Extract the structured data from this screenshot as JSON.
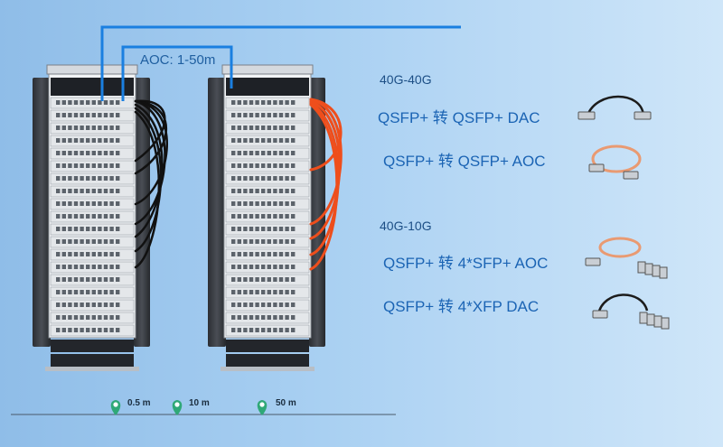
{
  "aoc_link_label": "AOC: 1-50m",
  "sections": [
    {
      "title": "40G-40G",
      "cables": [
        {
          "label": "QSFP+ 转 QSFP+ DAC",
          "cable_color": "#1c1c1c",
          "type": "straight"
        },
        {
          "label": "QSFP+ 转 QSFP+ AOC",
          "cable_color": "#e99a72",
          "type": "straight"
        }
      ]
    },
    {
      "title": "40G-10G",
      "cables": [
        {
          "label": "QSFP+ 转 4*SFP+ AOC",
          "cable_color": "#e99a72",
          "type": "breakout"
        },
        {
          "label": "QSFP+ 转 4*XFP DAC",
          "cable_color": "#1c1c1c",
          "type": "breakout"
        }
      ]
    }
  ],
  "distance_markers": [
    "0.5 m",
    "10 m",
    "50 m"
  ],
  "colors": {
    "link_blue": "#1a7fe0",
    "dac_black": "#111111",
    "aoc_orange": "#ee4e1c",
    "marker_green": "#2fa877"
  }
}
